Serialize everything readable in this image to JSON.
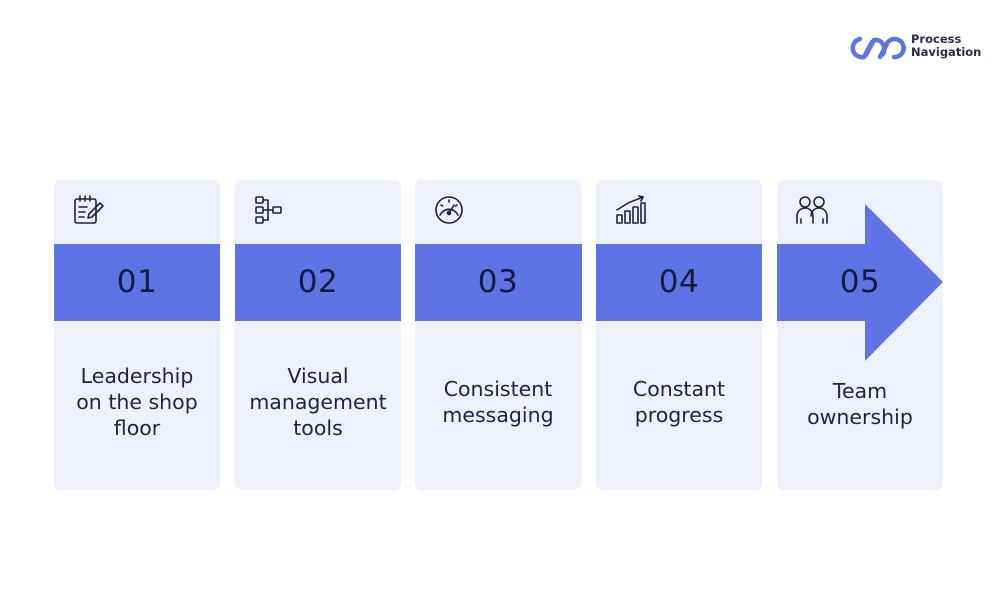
{
  "logo": {
    "line1": "Process",
    "line2": "Navigation",
    "icon": "infinity-links-icon",
    "color": "#5f74e4"
  },
  "colors": {
    "band": "#5f74e4",
    "card": "#eef0fb",
    "text": "#1e2246"
  },
  "steps": [
    {
      "number": "01",
      "icon": "notepad-pen-icon",
      "label_lines": [
        "Leadership",
        "on the shop",
        "floor"
      ]
    },
    {
      "number": "02",
      "icon": "flowchart-icon",
      "label_lines": [
        "Visual",
        "management",
        "tools"
      ]
    },
    {
      "number": "03",
      "icon": "gauge-icon",
      "label_lines": [
        "Consistent",
        "messaging"
      ]
    },
    {
      "number": "04",
      "icon": "growth-chart-icon",
      "label_lines": [
        "Constant",
        "progress"
      ]
    },
    {
      "number": "05",
      "icon": "team-icon",
      "label_lines": [
        "Team",
        "ownership"
      ]
    }
  ]
}
